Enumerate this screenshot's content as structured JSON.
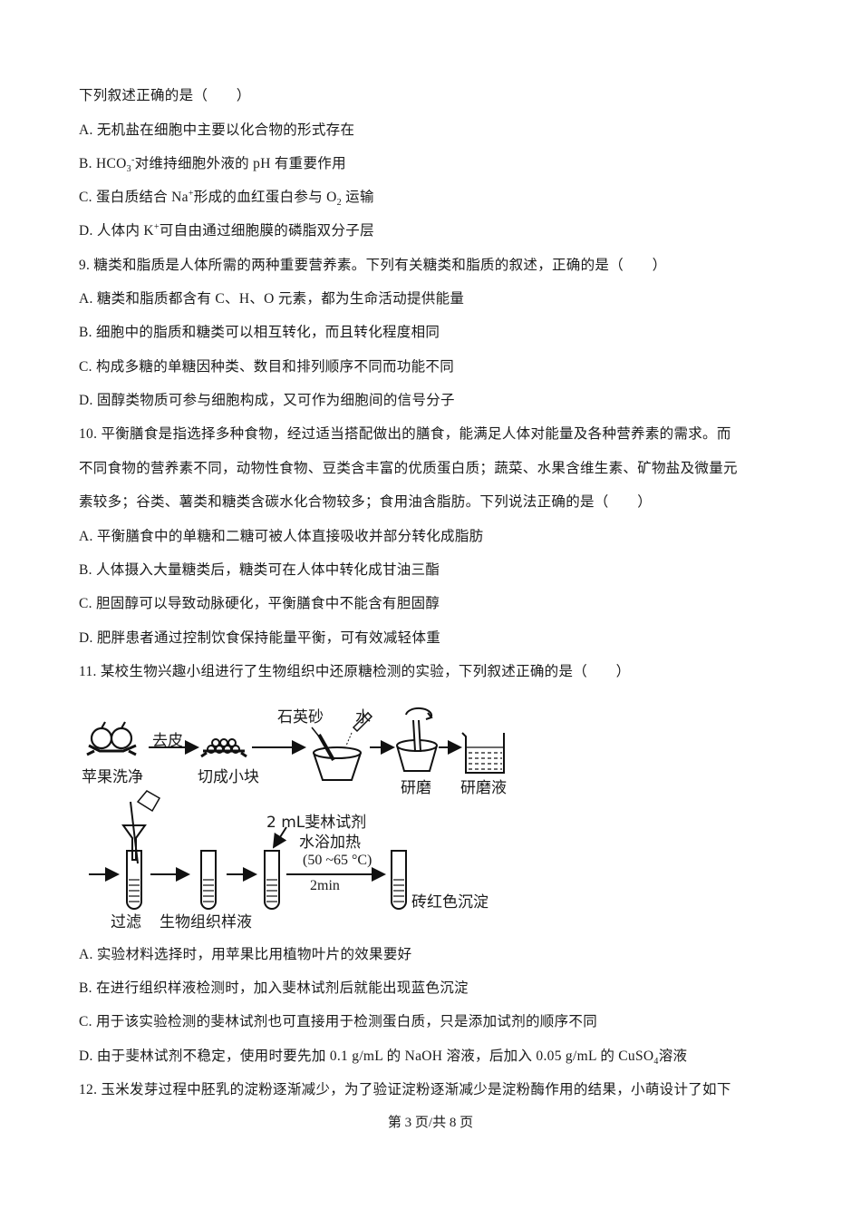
{
  "q8": {
    "stem": "下列叙述正确的是（　　）",
    "options": {
      "A": "A.  无机盐在细胞中主要以化合物的形式存在",
      "B_prefix": "B. HCO",
      "B_sub": "3",
      "B_sup": "-",
      "B_rest": "对维持细胞外液的 pH 有重要作用",
      "C_prefix": "C.  蛋白质结合 Na",
      "C_sup": "+",
      "C_mid": "形成的血红蛋白参与 O",
      "C_sub": "2",
      "C_rest": " 运输",
      "D_prefix": "D.  人体内 K",
      "D_sup": "+",
      "D_rest": "可自由通过细胞膜的磷脂双分子层"
    }
  },
  "q9": {
    "stem": "9.  糖类和脂质是人体所需的两种重要营养素。下列有关糖类和脂质的叙述，正确的是（　　）",
    "options": [
      "A.  糖类和脂质都含有 C、H、O 元素，都为生命活动提供能量",
      "B.  细胞中的脂质和糖类可以相互转化，而且转化程度相同",
      "C.  构成多糖的单糖因种类、数目和排列顺序不同而功能不同",
      "D.  固醇类物质可参与细胞构成，又可作为细胞间的信号分子"
    ]
  },
  "q10": {
    "stem_lines": [
      "10.  平衡膳食是指选择多种食物，经过适当搭配做出的膳食，能满足人体对能量及各种营养素的需求。而",
      "不同食物的营养素不同，动物性食物、豆类含丰富的优质蛋白质；蔬菜、水果含维生素、矿物盐及微量元",
      "素较多；谷类、薯类和糖类含碳水化合物较多；食用油含脂肪。下列说法正确的是（　　）"
    ],
    "options": [
      "A.  平衡膳食中的单糖和二糖可被人体直接吸收并部分转化成脂肪",
      "B.  人体摄入大量糖类后，糖类可在人体中转化成甘油三酯",
      "C.  胆固醇可以导致动脉硬化，平衡膳食中不能含有胆固醇",
      "D.  肥胖患者通过控制饮食保持能量平衡，可有效减轻体重"
    ]
  },
  "q11": {
    "stem": "11.  某校生物兴趣小组进行了生物组织中还原糖检测的实验，下列叙述正确的是（　　）",
    "diagram": {
      "labels": {
        "apple_wash": "苹果洗净",
        "peel": "去皮",
        "cut": "切成小块",
        "quartz_sand": "石英砂",
        "water": "水",
        "grind": "研磨",
        "grind_liquid": "研磨液",
        "filter": "过滤",
        "sample_liquid": "生物组织样液",
        "reagent": "2 mL斐林试剂",
        "water_bath": "水浴加热",
        "temp": "(50 ~65 °C)",
        "time": "2min",
        "precipitate": "砖红色沉淀"
      }
    },
    "options": [
      "A.  实验材料选择时，用苹果比用植物叶片的效果要好",
      "B.  在进行组织样液检测时，加入斐林试剂后就能出现蓝色沉淀",
      "C.  用于该实验检测的斐林试剂也可直接用于检测蛋白质，只是添加试剂的顺序不同"
    ],
    "option_D": {
      "prefix": "D.  由于斐林试剂不稳定，使用时要先加 0.1 g/mL 的 NaOH 溶液，后加入 0.05 g/mL 的 CuSO",
      "sub": "4",
      "rest": "溶液"
    }
  },
  "q12": {
    "stem": "12.  玉米发芽过程中胚乳的淀粉逐渐减少，为了验证淀粉逐渐减少是淀粉酶作用的结果，小萌设计了如下"
  },
  "footer": {
    "page": "第 3 页/共 8 页"
  }
}
